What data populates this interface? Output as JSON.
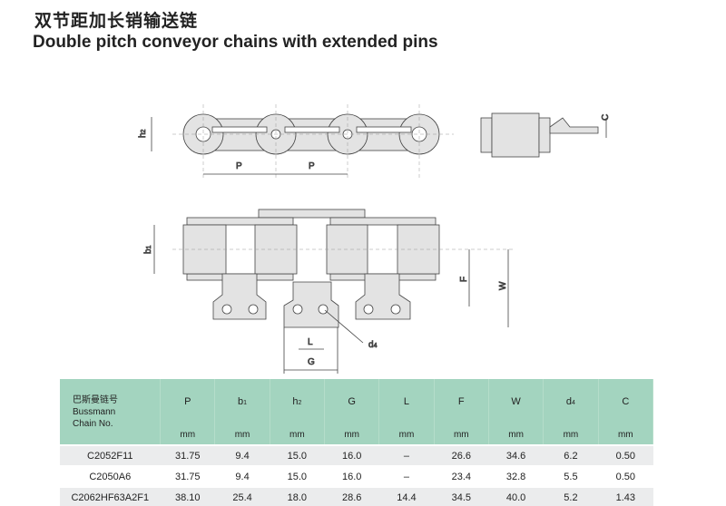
{
  "title_cn": "双节距加长销输送链",
  "title_en": "Double pitch conveyor chains with extended pins",
  "drawing_labels": {
    "h": "h",
    "h_sub": "2",
    "p": "P",
    "b": "b",
    "b_sub": "1",
    "f": "F",
    "w": "W",
    "l": "L",
    "g": "G",
    "d": "d",
    "d_sub": "4",
    "c": "C"
  },
  "table": {
    "chain_cn": "巴斯曼链号",
    "chain_en1": "Bussmann",
    "chain_en2": "Chain No.",
    "headers": [
      {
        "m": "P",
        "s": ""
      },
      {
        "m": "b",
        "s": "1"
      },
      {
        "m": "h",
        "s": "2"
      },
      {
        "m": "G",
        "s": ""
      },
      {
        "m": "L",
        "s": ""
      },
      {
        "m": "F",
        "s": ""
      },
      {
        "m": "W",
        "s": ""
      },
      {
        "m": "d",
        "s": "4"
      },
      {
        "m": "C",
        "s": ""
      }
    ],
    "unit": "mm",
    "rows": [
      [
        "C2052F11",
        "31.75",
        "9.4",
        "15.0",
        "16.0",
        "–",
        "26.6",
        "34.6",
        "6.2",
        "0.50"
      ],
      [
        "C2050A6",
        "31.75",
        "9.4",
        "15.0",
        "16.0",
        "–",
        "23.4",
        "32.8",
        "5.5",
        "0.50"
      ],
      [
        "C2062HF63A2F1",
        "38.10",
        "25.4",
        "18.0",
        "28.6",
        "14.4",
        "34.5",
        "40.0",
        "5.2",
        "1.43"
      ]
    ]
  }
}
